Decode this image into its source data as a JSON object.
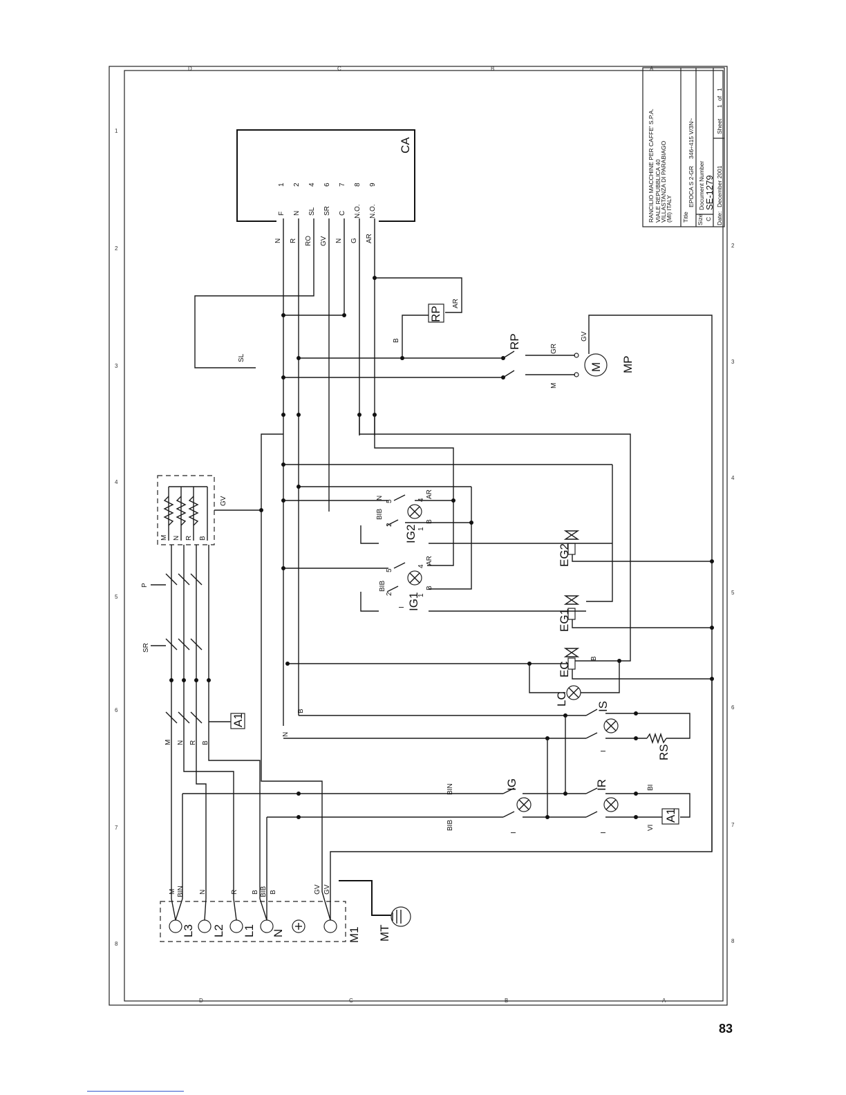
{
  "title_block": {
    "company": "RANCILIO MACCHINE PER CAFFE' S.P.A.",
    "address1": "VIALE REPUBBLICA 40",
    "address2": "VILLASTANZA DI PARABIAGO",
    "address3": "(MI) ITALY",
    "title_label": "Title",
    "title_value": "EPOCA S 2-GR",
    "voltage": "346÷415 V/3N~",
    "size_label": "Size",
    "size_value": "C",
    "docnum_label": "Document Number",
    "docnum_value": "SE-1279",
    "date_label": "Date:",
    "date_value": "December 2001",
    "sheet_label": "Sheet",
    "sheet_value": "1",
    "sheet_of": "of",
    "sheet_total": "1"
  },
  "page_number": "83",
  "frame_letters": [
    "D",
    "C",
    "B",
    "A"
  ],
  "frame_numbers": [
    "1",
    "2",
    "3",
    "4",
    "5",
    "6",
    "7",
    "8"
  ],
  "components": {
    "ca": "CA",
    "ca_terminals": [
      "F",
      "N",
      "SL",
      "SR",
      "C",
      "N.O.",
      "N.O."
    ],
    "ca_pins": [
      "1",
      "2",
      "4",
      "6",
      "7",
      "8",
      "9"
    ],
    "ca_wires": [
      "N",
      "R",
      "RO",
      "GV",
      "N",
      "G",
      "AR"
    ],
    "rp": "RP",
    "rp_switch": "RP",
    "mp": "MP",
    "motor": "M",
    "sl": "SL",
    "ig1": "IG1",
    "ig2": "IG2",
    "eg1": "EG1",
    "eg2": "EG2",
    "ec": "EC",
    "lc": "LC",
    "is": "IS",
    "ir": "IR",
    "ig": "IG",
    "rs": "RS",
    "a1": "A1",
    "a1b": "A1",
    "m1": "M1",
    "mt": "MT",
    "p": "P",
    "sr": "SR",
    "terminals": [
      "L3",
      "L2",
      "L1",
      "N"
    ]
  },
  "wire_labels": {
    "ar": "AR",
    "b": "B",
    "gr": "GR",
    "gv": "GV",
    "m": "M",
    "n": "N",
    "r": "R",
    "bib": "BIB",
    "bin": "BIN",
    "bi": "BI",
    "vi": "VI",
    "n5": "5",
    "n2": "2",
    "n4": "4",
    "n1": "1",
    "off": "I"
  },
  "element_labels": [
    "M",
    "N",
    "R",
    "B"
  ],
  "terminal_wires": [
    "M",
    "BIN",
    "N",
    "R",
    "B",
    "BIB",
    "B",
    "GV",
    "GV"
  ]
}
